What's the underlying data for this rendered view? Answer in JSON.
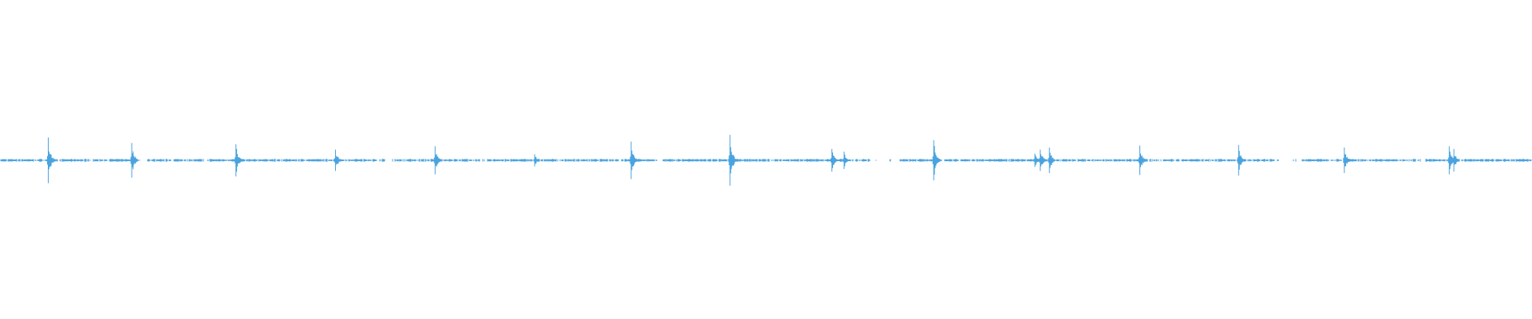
{
  "waveform": {
    "color": "#4aa3df",
    "background": "#ffffff",
    "duration_fraction_drawn": 1.0,
    "transients": [
      {
        "t": 0.0315,
        "amp": 0.34
      },
      {
        "t": 0.086,
        "amp": 0.26
      },
      {
        "t": 0.154,
        "amp": 0.24
      },
      {
        "t": 0.219,
        "amp": 0.16
      },
      {
        "t": 0.284,
        "amp": 0.21
      },
      {
        "t": 0.349,
        "amp": 0.09
      },
      {
        "t": 0.412,
        "amp": 0.28
      },
      {
        "t": 0.4765,
        "amp": 0.38
      },
      {
        "t": 0.543,
        "amp": 0.17
      },
      {
        "t": 0.551,
        "amp": 0.13
      },
      {
        "t": 0.6095,
        "amp": 0.3
      },
      {
        "t": 0.6755,
        "amp": 0.1
      },
      {
        "t": 0.679,
        "amp": 0.16
      },
      {
        "t": 0.685,
        "amp": 0.19
      },
      {
        "t": 0.744,
        "amp": 0.22
      },
      {
        "t": 0.8085,
        "amp": 0.23
      },
      {
        "t": 0.8775,
        "amp": 0.19
      },
      {
        "t": 0.946,
        "amp": 0.21
      },
      {
        "t": 0.949,
        "amp": 0.17
      }
    ],
    "gaps": [
      {
        "start": 0.09,
        "end": 0.096
      },
      {
        "start": 0.132,
        "end": 0.135
      },
      {
        "start": 0.252,
        "end": 0.256
      },
      {
        "start": 0.312,
        "end": 0.318
      },
      {
        "start": 0.429,
        "end": 0.433
      },
      {
        "start": 0.568,
        "end": 0.587
      },
      {
        "start": 0.835,
        "end": 0.85
      },
      {
        "start": 0.926,
        "end": 0.93
      }
    ]
  }
}
